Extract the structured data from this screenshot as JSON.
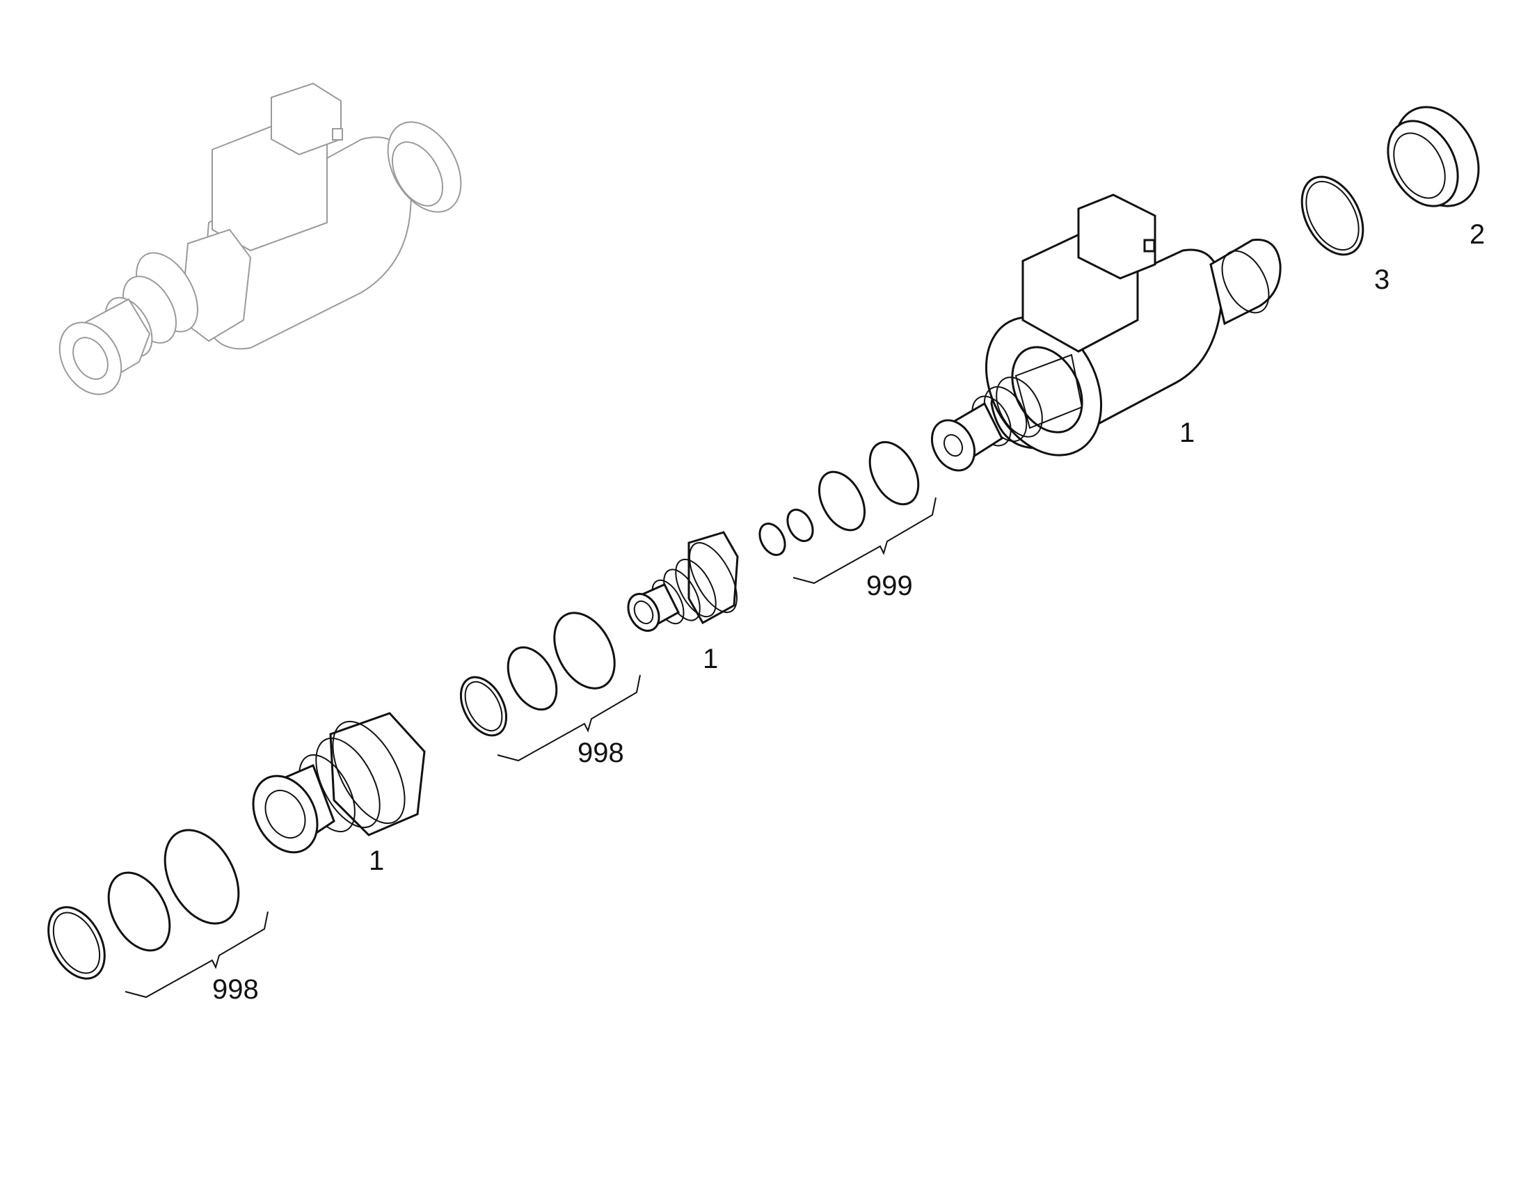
{
  "callouts": {
    "c1_solenoid": "1",
    "c2": "2",
    "c3": "3",
    "c999": "999",
    "c1_mid": "1",
    "c998_mid": "998",
    "c1_low": "1",
    "c998_low": "998"
  }
}
